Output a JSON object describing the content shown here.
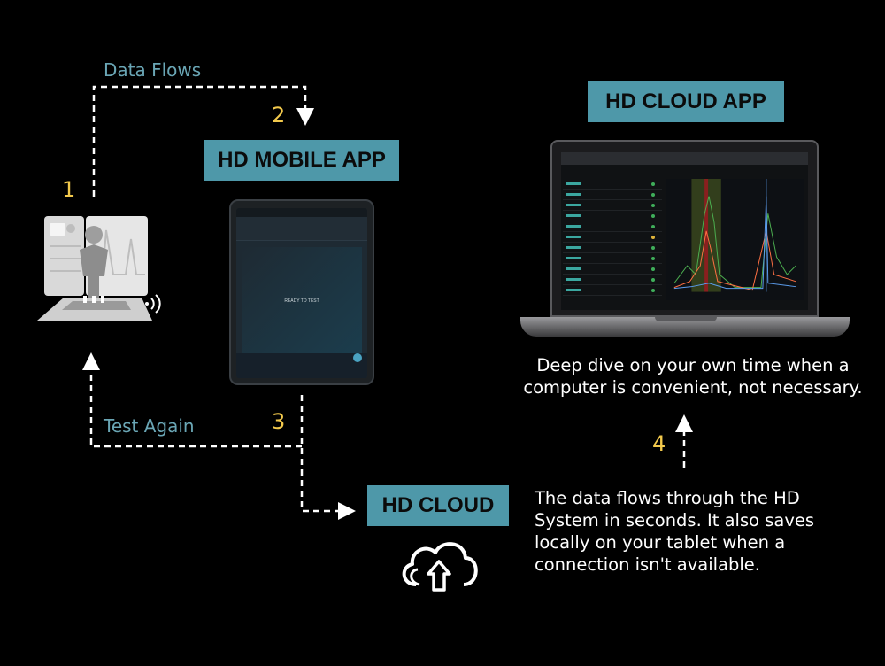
{
  "flow_labels": {
    "data_flows": "Data Flows",
    "test_again": "Test Again"
  },
  "steps": [
    "1",
    "2",
    "3",
    "4"
  ],
  "nodes": {
    "mobile_app": "HD MOBILE APP",
    "cloud_app": "HD CLOUD APP",
    "cloud": "HD CLOUD"
  },
  "tablet_screen": {
    "ready_text": "READY TO TEST"
  },
  "descriptions": {
    "cloud_app": [
      "Deep dive on your own time when a",
      "computer is convenient, not necessary."
    ],
    "cloud": [
      "The data flows through the HD",
      "System in seconds. It also saves",
      "locally on your tablet when a",
      "connection isn't available."
    ]
  },
  "colors": {
    "accent_tag": "#4e98a9",
    "number": "#f2c94c",
    "flow_label": "#6aa6b5",
    "arrow": "#ffffff",
    "background": "#000000"
  },
  "icons": [
    "force-plate-device-icon",
    "wireless-signal-icon",
    "cloud-upload-icon",
    "tablet-icon",
    "laptop-icon"
  ]
}
